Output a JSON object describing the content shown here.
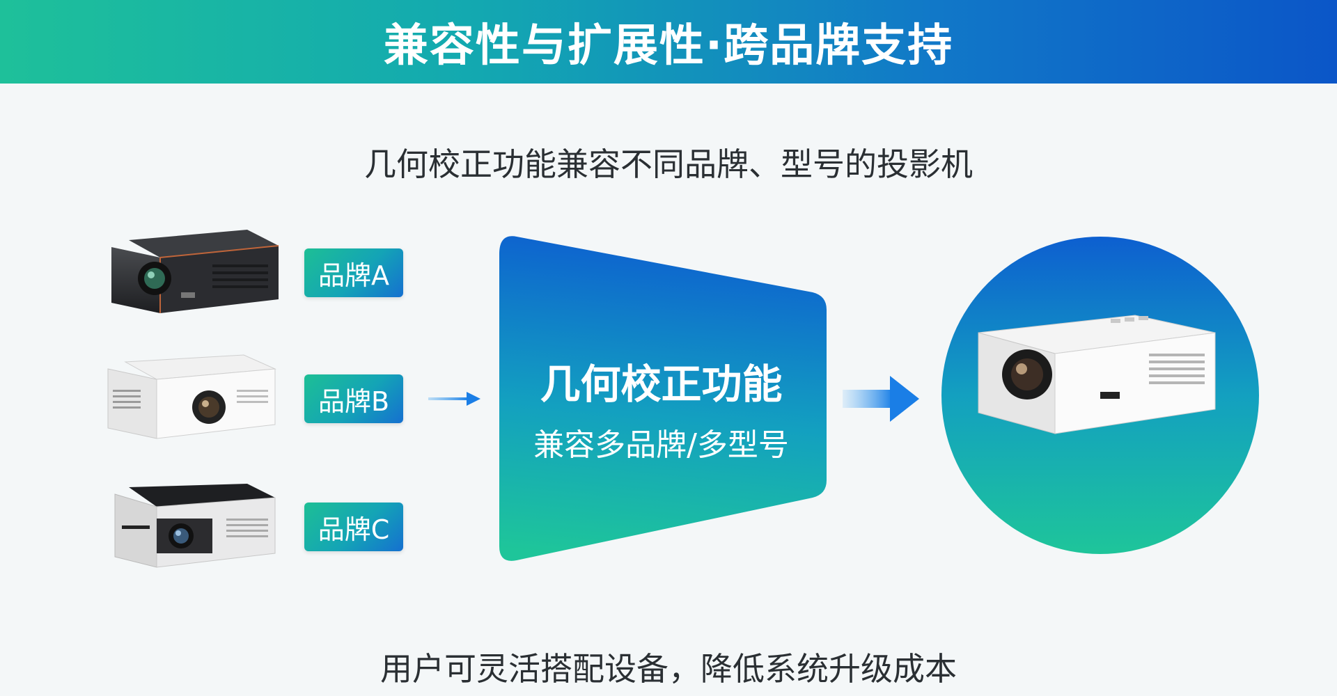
{
  "header": {
    "title": "兼容性与扩展性·跨品牌支持"
  },
  "subtitle": "几何校正功能兼容不同品牌、型号的投影机",
  "brands": [
    {
      "label": "品牌A"
    },
    {
      "label": "品牌B"
    },
    {
      "label": "品牌C"
    }
  ],
  "center_panel": {
    "title": "几何校正功能",
    "subtitle": "兼容多品牌/多型号"
  },
  "footer": "用户可灵活搭配设备，降低系统升级成本",
  "icons": {
    "input_arrow": "arrow-right-icon",
    "output_arrow": "arrow-right-icon",
    "projectors": [
      "projector-dark-icon",
      "projector-white-icon",
      "projector-silver-icon"
    ],
    "output": "projector-white-icon"
  },
  "colors": {
    "accent_green": "#1ec09a",
    "accent_blue": "#0b56c8"
  }
}
